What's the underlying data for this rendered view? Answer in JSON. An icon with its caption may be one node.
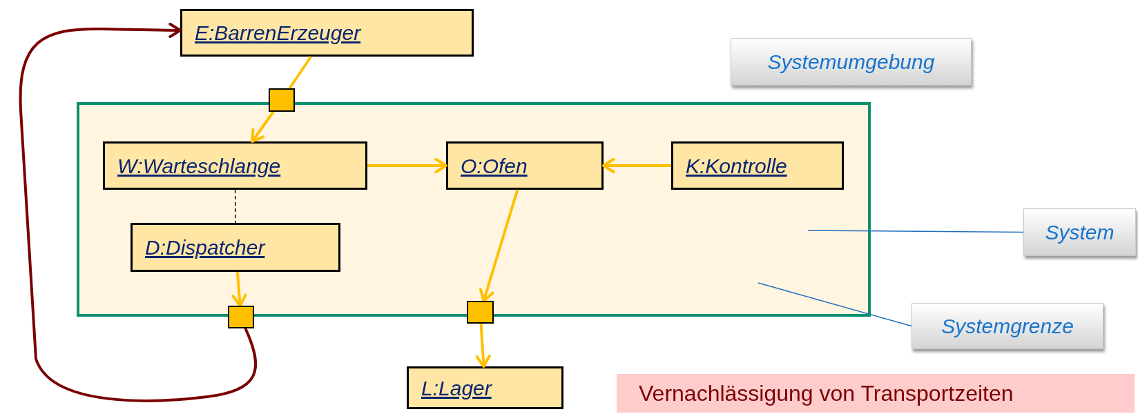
{
  "diagram": {
    "nodes": [
      {
        "text": [
          "E:BarrenErzeuger"
        ]
      },
      {
        "text": [],
        "shape": "box"
      },
      {
        "text": [],
        "shape": "box"
      },
      {
        "text": [
          "W:Warteschlange"
        ],
        "in": 2
      },
      {
        "text": [
          "O:Ofen"
        ],
        "in": 2
      },
      {
        "text": [
          "K:Kontrolle"
        ],
        "in": 2
      },
      {
        "text": [
          "D:Dispatcher"
        ],
        "in": 2
      },
      {
        "text": [],
        "shape": "box"
      },
      {
        "text": [],
        "shape": "box"
      },
      {
        "text": [
          "L:Lager"
        ]
      },
      {
        "text": [
          "Systemumgebung"
        ]
      },
      {
        "text": [
          "System"
        ]
      },
      {
        "text": [
          "Systemgrenze"
        ]
      },
      {
        "text": [
          "Vernachlässigung von Transportzeiten"
        ]
      }
    ],
    "edges": [
      {
        "from": 0,
        "to": 1,
        "arrow": "none"
      },
      {
        "from": 1,
        "to": 3,
        "arrow": "to"
      },
      {
        "from": 3,
        "to": 4,
        "arrow": "to"
      },
      {
        "from": 5,
        "to": 4,
        "arrow": "to"
      },
      {
        "from": 3,
        "to": 6,
        "arrow": "none",
        "style": "dashed",
        "color": "#000000"
      },
      {
        "from": 6,
        "to": 7,
        "arrow": "to"
      },
      {
        "from": 4,
        "to": 8,
        "arrow": "to"
      },
      {
        "from": 8,
        "to": 9,
        "arrow": "to"
      },
      {
        "from": 7,
        "to": 0,
        "arrow": "to",
        "color": "#7b0000"
      },
      {
        "from": 11,
        "to": 2,
        "arrow": "none",
        "color": "#1f6fc0"
      },
      {
        "from": 12,
        "to": 2,
        "arrow": "none",
        "color": "#1f6fc0"
      }
    ]
  }
}
